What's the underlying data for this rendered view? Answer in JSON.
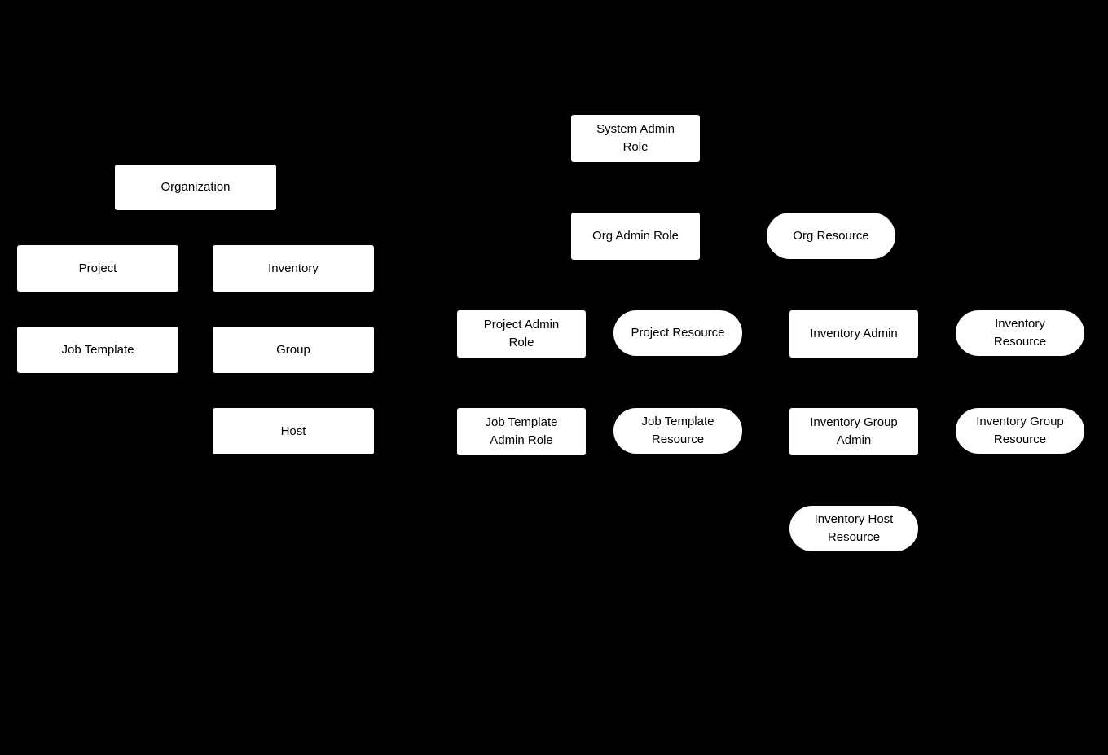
{
  "diagram": {
    "background_color": "#000000",
    "node_fill_color": "#ffffff",
    "node_text_color": "#000000",
    "nodes": {
      "organization": {
        "label": "Organization",
        "shape": "rectangle"
      },
      "project": {
        "label": "Project",
        "shape": "rectangle"
      },
      "inventory": {
        "label": "Inventory",
        "shape": "rectangle"
      },
      "job_template": {
        "label": "Job Template",
        "shape": "rectangle"
      },
      "group": {
        "label": "Group",
        "shape": "rectangle"
      },
      "host": {
        "label": "Host",
        "shape": "rectangle"
      },
      "system_admin_role": {
        "label": "System Admin\nRole",
        "shape": "rectangle"
      },
      "org_admin_role": {
        "label": "Org Admin Role",
        "shape": "rectangle"
      },
      "org_resource": {
        "label": "Org Resource",
        "shape": "rounded"
      },
      "project_admin_role": {
        "label": "Project Admin\nRole",
        "shape": "rectangle"
      },
      "project_resource": {
        "label": "Project Resource",
        "shape": "rounded"
      },
      "inventory_admin": {
        "label": "Inventory Admin",
        "shape": "rectangle"
      },
      "inventory_resource": {
        "label": "Inventory\nResource",
        "shape": "rounded"
      },
      "job_template_admin_role": {
        "label": "Job Template\nAdmin Role",
        "shape": "rectangle"
      },
      "job_template_resource": {
        "label": "Job Template\nResource",
        "shape": "rounded"
      },
      "inventory_group_admin": {
        "label": "Inventory Group\nAdmin",
        "shape": "rectangle"
      },
      "inventory_group_resource": {
        "label": "Inventory Group\nResource",
        "shape": "rounded"
      },
      "inventory_host_resource": {
        "label": "Inventory Host\nResource",
        "shape": "rounded"
      }
    }
  }
}
